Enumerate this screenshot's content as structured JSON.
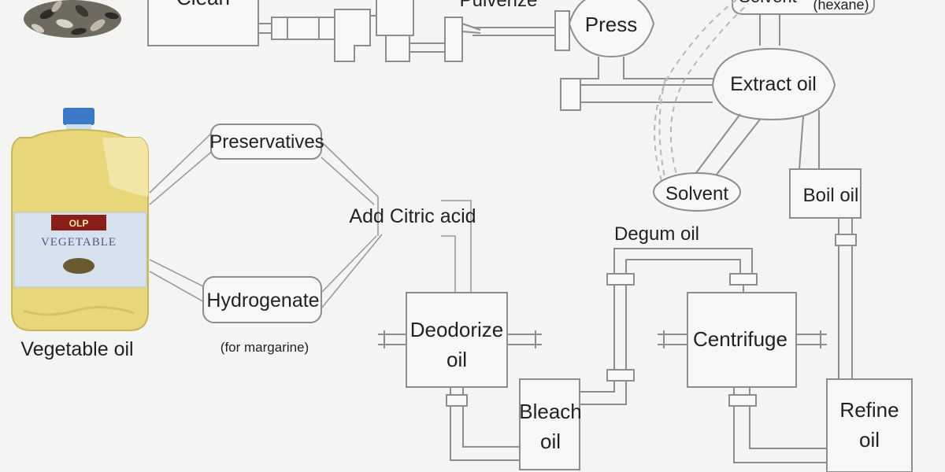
{
  "diagram": {
    "labels": {
      "clean": "Clean",
      "pulverize": "Pulverize",
      "press": "Press",
      "solvent_top": "Solvent",
      "hexane": "(hexane)",
      "extract_oil": "Extract oil",
      "preservatives": "Preservatives",
      "add_citric_acid": "Add Citric acid",
      "solvent": "Solvent",
      "boil_oil": "Boil oil",
      "degum_oil": "Degum oil",
      "hydrogenate": "Hydrogenate",
      "for_margarine": "(for margarine)",
      "deodorize_line1": "Deodorize",
      "deodorize_line2": "oil",
      "centrifuge": "Centrifuge",
      "bleach_line1": "Bleach",
      "bleach_line2": "oil",
      "refine_line1": "Refine",
      "refine_line2": "oil",
      "vegetable_oil": "Vegetable oil",
      "bottle_brand": "VEGETABLE",
      "bottle_logo": "OLP"
    },
    "colors": {
      "background": "#f4f4f2",
      "pipe": "#8d8d8d",
      "oil": "#e8d77a",
      "cap": "#3a78c8",
      "text": "#222222"
    }
  }
}
